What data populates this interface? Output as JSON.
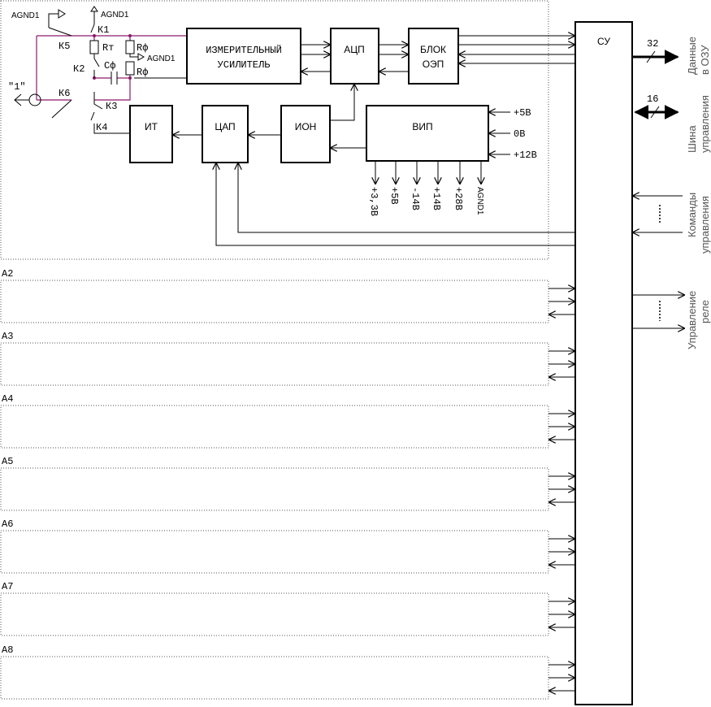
{
  "blocks": {
    "amp1": "ИЗМЕРИТЕЛЬНЫЙ",
    "amp2": "УСИЛИТЕЛЬ",
    "adc": "АЦП",
    "oep1": "БЛОК",
    "oep2": "ОЭП",
    "su": "СУ",
    "it": "ИТ",
    "dac": "ЦАП",
    "ion": "ИОН",
    "vip": "ВИП"
  },
  "vip_inputs": [
    "+5В",
    "0В",
    "+12В"
  ],
  "vip_outputs": [
    "+3,3В",
    "+5В",
    "-14В",
    "+14В",
    "+28В",
    "AGND1"
  ],
  "components": {
    "k1": "К1",
    "k2": "К2",
    "k3": "К3",
    "k4": "К4",
    "k5": "К5",
    "k6": "К6",
    "rt": "Rт",
    "rf1": "Rф",
    "rf2": "Rф",
    "cf": "Сф",
    "agnd_a": "AGND1",
    "agnd_b": "AGND1",
    "agnd_c": "AGND1",
    "input": "\"1\""
  },
  "channels": [
    "А2",
    "А3",
    "А4",
    "А5",
    "А6",
    "А7",
    "А8"
  ],
  "buses": {
    "data_width": "32",
    "data_label1": "Данные",
    "data_label2": "в ОЗУ",
    "ctrl_width": "16",
    "ctrl_label1": "Шина",
    "ctrl_label2": "управления",
    "cmd_label1": "Команды",
    "cmd_label2": "управления",
    "relay_label1": "Управление",
    "relay_label2": "реле"
  }
}
